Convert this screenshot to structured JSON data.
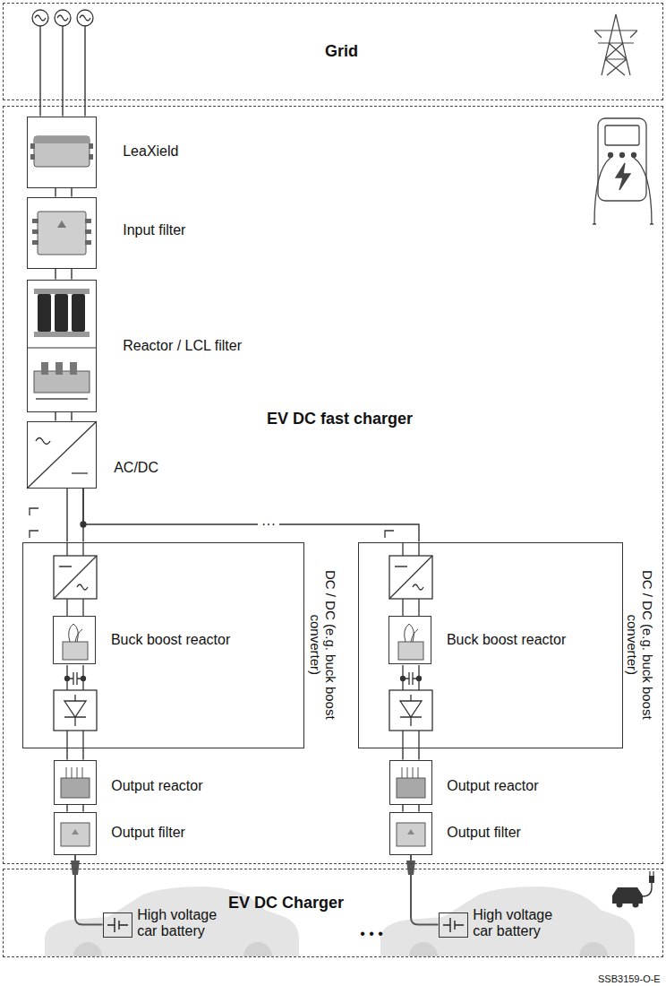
{
  "diagram": {
    "nodes": [
      {
        "text": [
          "Grid"
        ]
      },
      {
        "text": [
          "EV DC fast charger"
        ]
      },
      {
        "text": [
          "LeaXield"
        ],
        "in": 1
      },
      {
        "text": [
          "Input filter"
        ],
        "in": 1
      },
      {
        "text": [
          "Reactor / LCL filter"
        ],
        "in": 1
      },
      {
        "text": [
          "AC/DC"
        ],
        "in": 1
      },
      {
        "text": [
          "DC / DC (e.g. buck boost converter)"
        ],
        "in": 1
      },
      {
        "text": [
          "Buck boost reactor"
        ],
        "in": 6
      },
      {
        "text": [
          "DC / DC (e.g. buck boost converter)"
        ],
        "in": 1
      },
      {
        "text": [
          "Buck boost reactor"
        ],
        "in": 8
      },
      {
        "text": [
          "Output reactor"
        ],
        "in": 1
      },
      {
        "text": [
          "Output filter"
        ],
        "in": 1
      },
      {
        "text": [
          "Output reactor"
        ],
        "in": 1
      },
      {
        "text": [
          "Output filter"
        ],
        "in": 1
      },
      {
        "text": [
          "EV DC Charger"
        ]
      },
      {
        "text": [
          "High voltage car battery"
        ],
        "in": 14
      },
      {
        "text": [
          "High voltage car battery"
        ],
        "in": 14
      }
    ],
    "edges": [
      {
        "from": 0,
        "to": 2,
        "arrow": "none"
      },
      {
        "from": 2,
        "to": 3,
        "arrow": "none"
      },
      {
        "from": 3,
        "to": 4,
        "arrow": "none"
      },
      {
        "from": 4,
        "to": 5,
        "arrow": "none"
      },
      {
        "from": 5,
        "to": 6,
        "arrow": "none"
      },
      {
        "from": 5,
        "to": 8,
        "arrow": "none"
      },
      {
        "from": 6,
        "to": 10,
        "arrow": "none"
      },
      {
        "from": 10,
        "to": 11,
        "arrow": "none"
      },
      {
        "from": 11,
        "to": 15,
        "arrow": "none"
      },
      {
        "from": 8,
        "to": 12,
        "arrow": "none"
      },
      {
        "from": 12,
        "to": 13,
        "arrow": "none"
      },
      {
        "from": 13,
        "to": 16,
        "arrow": "none"
      }
    ],
    "labels": [
      "···",
      "• • •",
      "SSB3159-O-E"
    ]
  }
}
